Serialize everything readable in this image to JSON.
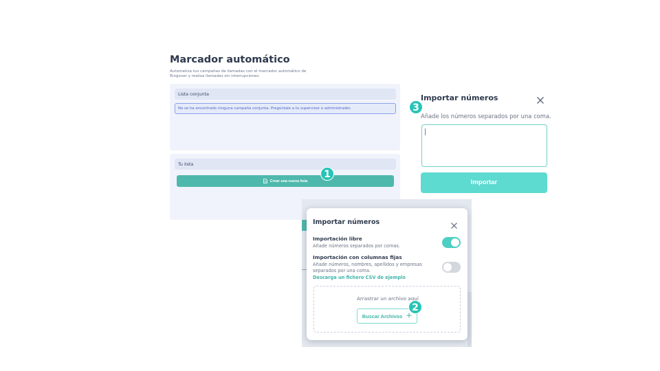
{
  "panel1": {
    "title": "Marcador automático",
    "description": "Automatiza tus campañas de llamadas con el marcador automático de Ringover y realiza llamadas sin interrupciones.",
    "shared_list": {
      "header": "Lista conjunta",
      "empty_message": "No se ha encontrado ninguna campaña conjunta. Pregúntale a tu supervisor o administrador."
    },
    "my_list": {
      "header": "Tu lista",
      "create_button": "Crear una nueva lista",
      "create_icon": "document-icon"
    }
  },
  "panel2": {
    "title": "Importar números",
    "close_icon": "close-icon",
    "options": [
      {
        "label": "Importación libre",
        "description": "Añade números separados por comas.",
        "enabled": true
      },
      {
        "label": "Importación con columnas fijas",
        "description": "Añade números, nombres, apellidos y empresas separados por una coma.",
        "enabled": false
      }
    ],
    "csv_link": "Descarga un fichero CSV de ejemplo",
    "drop_text": "Arrastrar un archivo aquí",
    "browse_button": "Buscar Archivos",
    "browse_icon": "plus-icon"
  },
  "panel3": {
    "title": "Importar números",
    "close_icon": "close-icon",
    "subtitle": "Añade los números separados por una coma.",
    "textarea_value": "",
    "import_button": "Importar"
  },
  "badges": {
    "step1": "1",
    "step2": "2",
    "step3": "3"
  },
  "colors": {
    "teal": "#4fb8ad",
    "teal_light": "#5ddbd0",
    "badge": "#27c4b6",
    "card_bg": "#f0f3fb",
    "info_blue": "#4d67c4"
  }
}
